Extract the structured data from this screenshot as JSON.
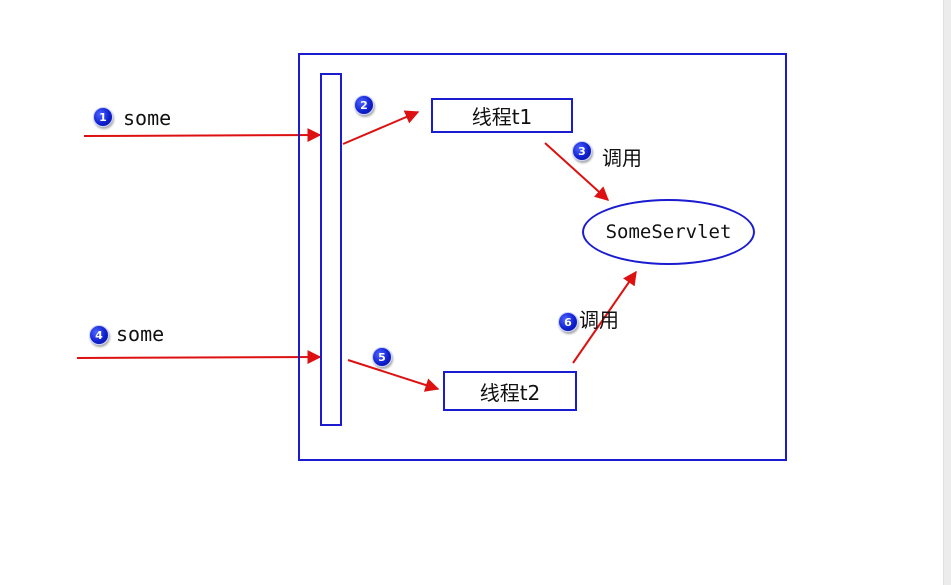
{
  "colors": {
    "box_border": "#1b1bd0",
    "arrow": "#dd1111",
    "badge": "#1020d0"
  },
  "labels": {
    "request1": "some",
    "request2": "some",
    "thread1": "线程t1",
    "thread2": "线程t2",
    "servlet": "SomeServlet",
    "call1": "调用",
    "call2": "调用"
  },
  "badges": [
    "1",
    "2",
    "3",
    "4",
    "5",
    "6"
  ]
}
